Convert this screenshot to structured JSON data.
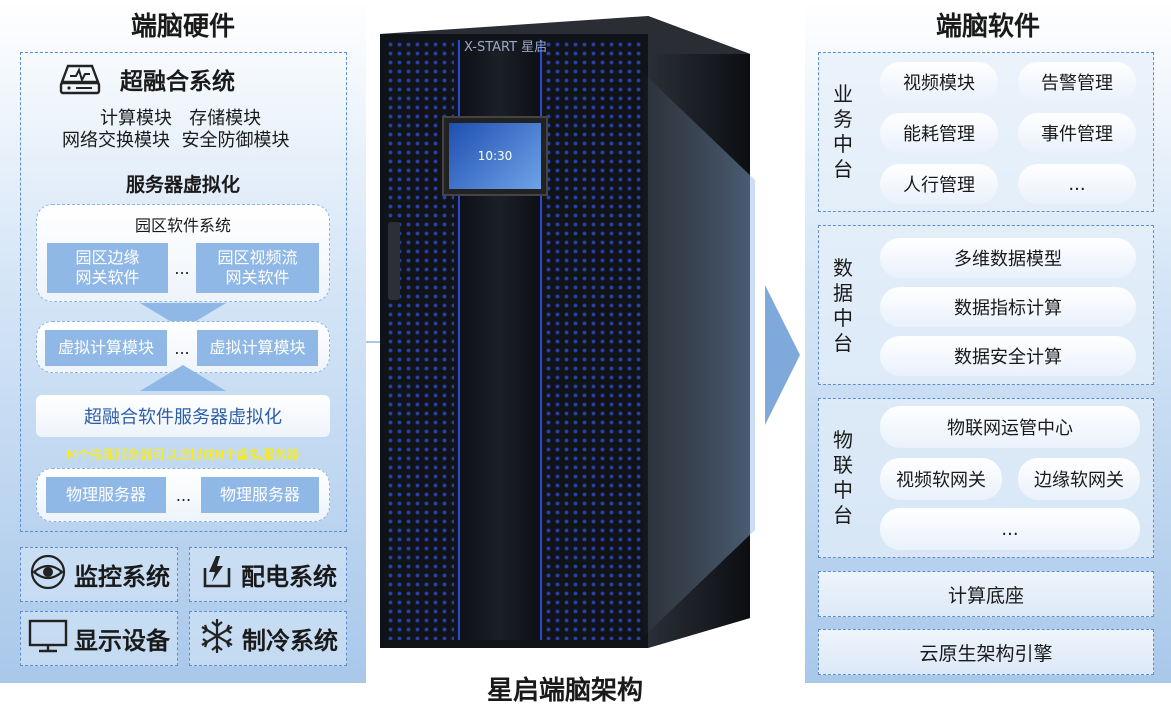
{
  "left": {
    "title": "端脑硬件",
    "hci_title": "超融合系统",
    "hci_modules_line1": "计算模块   存储模块",
    "hci_modules_line2": "网络交换模块  安全防御模块",
    "virt_title": "服务器虚拟化",
    "park_system_title": "园区软件系统",
    "park_edge_gw": "园区边缘\n网关软件",
    "park_video_gw": "园区视频流\n网关软件",
    "ellipsis": "...",
    "virtual_compute_1": "虚拟计算模块",
    "virtual_compute_2": "虚拟计算模块",
    "hci_virtualization": "超融合软件服务器虚拟化",
    "note": "M个物理服务器可以虚拟成N个虚拟服务器",
    "physical_server_1": "物理服务器",
    "physical_server_2": "物理服务器",
    "systems": {
      "monitoring": "监控系统",
      "power": "配电系统",
      "display": "显示设备",
      "cooling": "制冷系统"
    },
    "icons": {
      "hci": "server-heartbeat-icon",
      "monitoring": "eye-icon",
      "power": "power-plug-icon",
      "display": "monitor-icon",
      "cooling": "snowflake-icon"
    }
  },
  "center": {
    "brand": "X-START 星启",
    "screen_time": "10:30",
    "caption": "星启端脑架构"
  },
  "right": {
    "title": "端脑软件",
    "business": {
      "label": "业务中台",
      "items": [
        "视频模块",
        "告警管理",
        "能耗管理",
        "事件管理",
        "人行管理",
        "..."
      ]
    },
    "data": {
      "label": "数据中台",
      "items": [
        "多维数据模型",
        "数据指标计算",
        "数据安全计算"
      ]
    },
    "iot": {
      "label": "物联中台",
      "items": [
        "物联网运管中心",
        "视频软网关",
        "边缘软网关",
        "..."
      ]
    },
    "compute_base": "计算底座",
    "cloud_engine": "云原生架构引擎"
  },
  "colors": {
    "accent_blue": "#8fb8e6",
    "dashed_border": "#5d8fd0",
    "note_yellow": "#ffee00",
    "cabinet_black": "#15181c"
  }
}
